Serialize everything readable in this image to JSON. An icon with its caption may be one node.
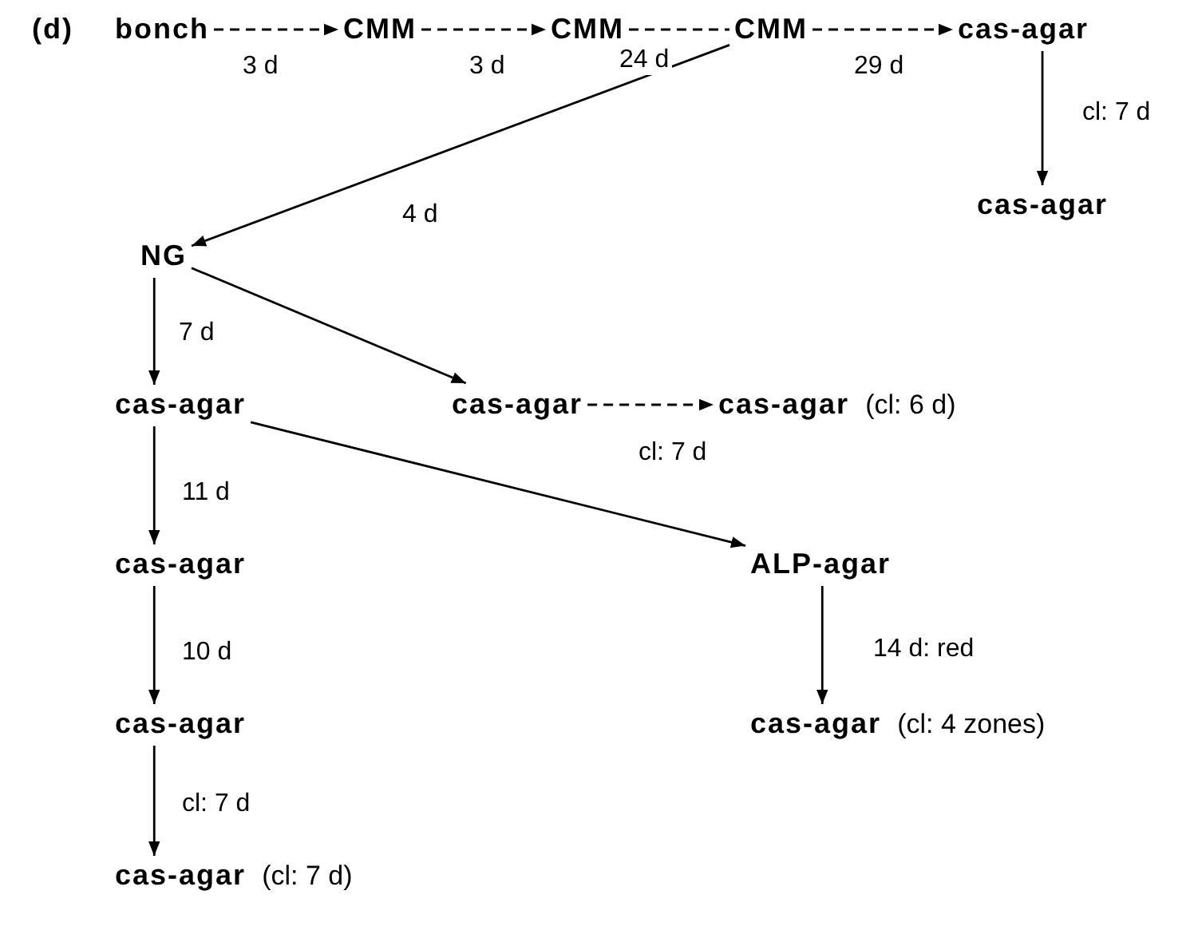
{
  "diagram": {
    "nodes": [
      {
        "text": [
          "bonch"
        ]
      },
      {
        "text": [
          "CMM"
        ]
      },
      {
        "text": [
          "CMM"
        ]
      },
      {
        "text": [
          "CMM"
        ]
      },
      {
        "text": [
          "cas-agar"
        ]
      },
      {
        "text": [
          "cas-agar"
        ]
      },
      {
        "text": [
          "NG"
        ]
      },
      {
        "text": [
          "cas-agar"
        ]
      },
      {
        "text": [
          "cas-agar"
        ]
      },
      {
        "text": [
          "cas-agar"
        ],
        "beside": [
          "(cl: 6 d)"
        ]
      },
      {
        "text": [
          "cas-agar"
        ]
      },
      {
        "text": [
          "ALP-agar"
        ]
      },
      {
        "text": [
          "cas-agar"
        ]
      },
      {
        "text": [
          "cas-agar"
        ],
        "beside": [
          "(cl: 4 zones)"
        ]
      },
      {
        "text": [
          "cas-agar"
        ],
        "beside": [
          "(cl: 7 d)"
        ]
      }
    ],
    "edges": [
      {
        "from": 0,
        "to": 1,
        "arrow": "to",
        "style": "dashed",
        "label": "3 d"
      },
      {
        "from": 1,
        "to": 2,
        "arrow": "to",
        "style": "dashed",
        "label": "3 d"
      },
      {
        "from": 2,
        "to": 3,
        "arrow": "none",
        "style": "dashed",
        "label": "24 d"
      },
      {
        "from": 3,
        "to": 4,
        "arrow": "to",
        "style": "dashed",
        "label": "29 d"
      },
      {
        "from": 4,
        "to": 5,
        "arrow": "to",
        "label": "cl: 7 d"
      },
      {
        "from": 3,
        "to": 6,
        "arrow": "to",
        "label": "4 d"
      },
      {
        "from": 6,
        "to": 7,
        "arrow": "to",
        "label": "7 d"
      },
      {
        "from": 6,
        "to": 8,
        "arrow": "to"
      },
      {
        "from": 8,
        "to": 9,
        "arrow": "to",
        "style": "dashed",
        "label": "cl: 7 d"
      },
      {
        "from": 7,
        "to": 10,
        "arrow": "to",
        "label": "11 d"
      },
      {
        "from": 7,
        "to": 11,
        "arrow": "to"
      },
      {
        "from": 10,
        "to": 12,
        "arrow": "to",
        "label": "10 d"
      },
      {
        "from": 11,
        "to": 13,
        "arrow": "to",
        "label": "14 d: red"
      },
      {
        "from": 12,
        "to": 14,
        "arrow": "to",
        "label": "cl: 7 d"
      }
    ],
    "labels": [
      "(d)"
    ]
  }
}
